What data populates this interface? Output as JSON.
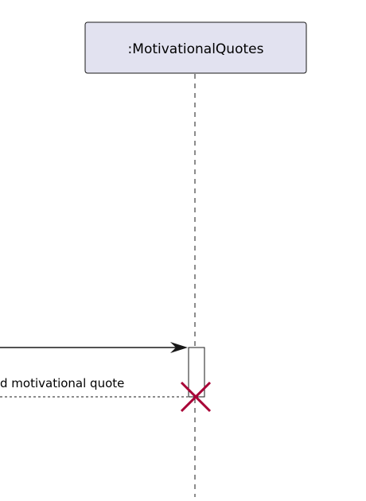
{
  "diagram": {
    "type": "sequence",
    "participant": {
      "name": ":MotivationalQuotes"
    },
    "messages": [
      {
        "kind": "call",
        "label": ""
      },
      {
        "kind": "return",
        "label": "d motivational quote"
      }
    ],
    "colors": {
      "participant_fill": "#e2e2f0",
      "participant_border": "#181818",
      "lifeline": "#181818",
      "destroy_mark": "#a80036"
    }
  }
}
